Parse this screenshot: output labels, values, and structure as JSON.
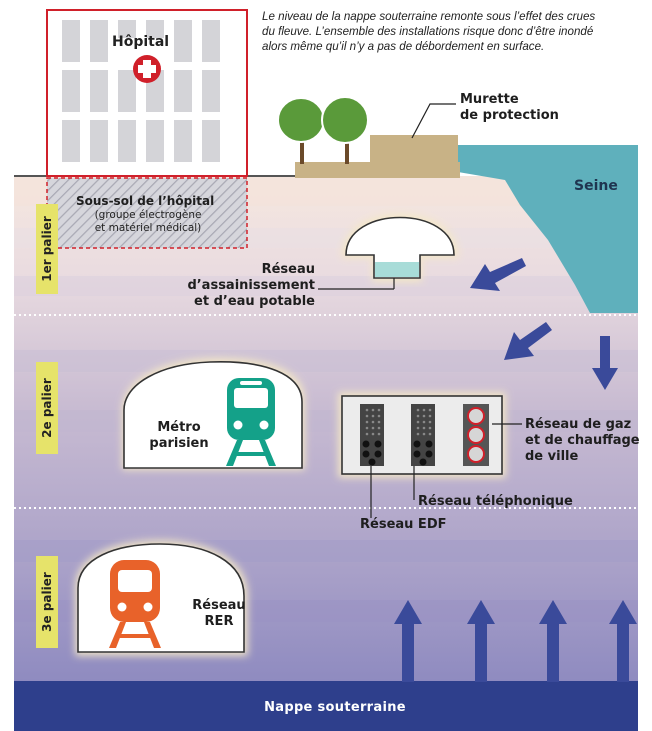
{
  "intro": {
    "line1": "Le niveau de la nappe souterraine remonte sous l’effet des crues",
    "line2": "du fleuve. L’ensemble des installations risque donc d’être inondé",
    "line3": "alors même qu’il n’y a pas de débordement en surface."
  },
  "hospital": {
    "title": "Hôpital",
    "basement": "Sous-sol de l’hôpital",
    "basement_detail_1": "(groupe électrogène",
    "basement_detail_2": "et matériel médical)"
  },
  "murette": {
    "line1": "Murette",
    "line2": "de protection"
  },
  "seine": "Seine",
  "paliers": {
    "p1": "1er palier",
    "p2": "2e palier",
    "p3": "3e palier"
  },
  "assainissement": {
    "line1": "Réseau",
    "line2": "d’assainissement",
    "line3": "et d’eau potable"
  },
  "metro": {
    "line1": "Métro",
    "line2": "parisien"
  },
  "gaz": {
    "line1": "Réseau de gaz",
    "line2": "et de chauffage",
    "line3": "de ville"
  },
  "telephone": "Réseau téléphonique",
  "edf": "Réseau EDF",
  "rer": {
    "line1": "Réseau",
    "line2": "RER"
  },
  "nappe": "Nappe souterraine",
  "colors": {
    "seine": "#5fb0bc",
    "soil_top": "#f1e0d8",
    "palier2": "#b9aecb",
    "palier3": "#9d95c2",
    "nappe": "#2e3f8c",
    "arrow": "#3a4a9a",
    "metro_icon": "#14a189",
    "rer_icon": "#e8622a",
    "hospital_frame": "#d0202a",
    "tree": "#5a9a3a",
    "murette": "#c8b286"
  }
}
